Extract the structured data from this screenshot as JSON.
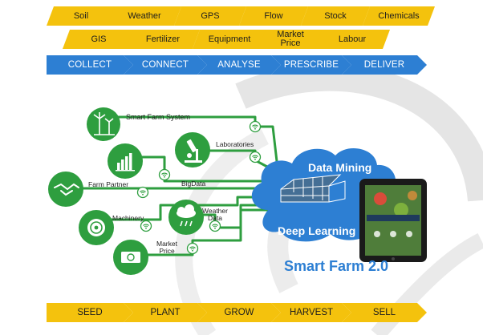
{
  "data_sources_row1": [
    "Soil",
    "Weather",
    "GPS",
    "Flow",
    "Stock",
    "Chemicals"
  ],
  "data_sources_row2": [
    "GIS",
    "Fertilizer",
    "Equipment",
    "Market Price",
    "Labour"
  ],
  "process_steps": [
    "COLLECT",
    "CONNECT",
    "ANALYSE",
    "PRESCRIBE",
    "DELIVER"
  ],
  "nodes": {
    "smart_farm_system": "Smart Farm System",
    "laboratories": "Laboratories",
    "bigdata": "BigData",
    "farm_partner": "Farm Partner",
    "machinery": "Machinery",
    "weather_data": "Weather Data",
    "market_price": "Market Price"
  },
  "cloud": {
    "top_text": "Data Mining",
    "bottom_text": "Deep Learning"
  },
  "brand_title": "Smart Farm 2.0",
  "lifecycle_steps": [
    "SEED",
    "PLANT",
    "GROW",
    "HARVEST",
    "SELL"
  ],
  "colors": {
    "chevron_yellow": "#f4c20d",
    "chevron_blue": "#2d7fd3",
    "network_green": "#2e9e3f",
    "cloud_blue": "#2d7fd3",
    "swoosh_gray": "#e3e3e3"
  },
  "icons": [
    "wind-turbine-icon",
    "bar-chart-icon",
    "handshake-icon",
    "gear-icon",
    "microscope-icon",
    "cloud-rain-icon",
    "money-icon",
    "wifi-icon",
    "greenhouse-icon",
    "tablet-icon"
  ]
}
